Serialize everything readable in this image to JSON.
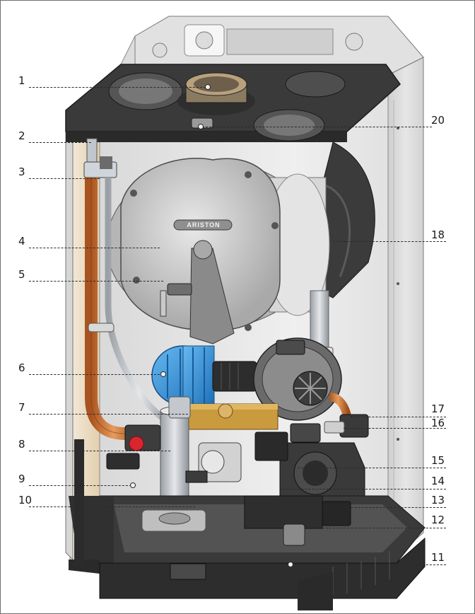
{
  "brand": "ARISTON",
  "callouts": {
    "c1": "1",
    "c2": "2",
    "c3": "3",
    "c4": "4",
    "c5": "5",
    "c6": "6",
    "c7": "7",
    "c8": "8",
    "c9": "9",
    "c10": "10",
    "c11": "11",
    "c12": "12",
    "c13": "13",
    "c14": "14",
    "c15": "15",
    "c16": "16",
    "c17": "17",
    "c18": "18",
    "c20": "20"
  },
  "colors": {
    "casing": "#e9e9e9",
    "dark_frame": "#2f2f2f",
    "copper_pipe": "#c8733a",
    "fan_blue": "#2f8fd8",
    "heat_exchanger": "#c9c9c9",
    "brass": "#c99a3e",
    "red_cap": "#d8262e"
  }
}
